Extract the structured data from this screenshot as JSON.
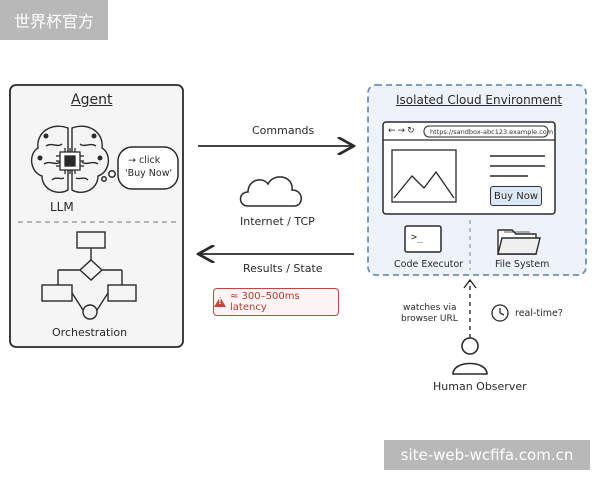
{
  "watermark_top": "世界杯官方",
  "watermark_bottom": "site-web-wcfifa.com.cn",
  "agent": {
    "title": "Agent",
    "llm_label": "LLM",
    "bubble_line1": "→ click",
    "bubble_line2": "'Buy Now'",
    "orchestration_label": "Orchestration"
  },
  "links": {
    "commands": "Commands",
    "network": "Internet / TCP",
    "results": "Results / State",
    "latency": "≈ 300–500ms latency"
  },
  "cloud_env": {
    "title": "Isolated Cloud Environment",
    "url": "https://sandbox-abc123.example.com",
    "buy_button": "Buy Now",
    "code_executor": "Code Executor",
    "file_system": "File System",
    "terminal_prompt": ">_"
  },
  "observer": {
    "watches_line1": "watches via",
    "watches_line2": "browser URL",
    "realtime": "real-time?",
    "label": "Human Observer"
  },
  "colors": {
    "stroke": "#2a2a2a",
    "cloud_box_fill": "#eef3fb",
    "cloud_box_border": "#6c8fb8",
    "warning": "#c0473f"
  }
}
